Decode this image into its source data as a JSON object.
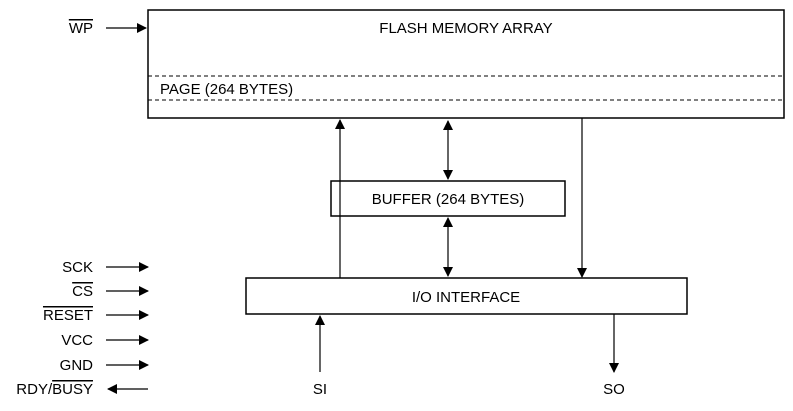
{
  "blocks": {
    "array": "FLASH MEMORY ARRAY",
    "page": "PAGE (264 BYTES)",
    "buffer": "BUFFER (264 BYTES)",
    "io": "I/O INTERFACE"
  },
  "pins": {
    "wp": "WP",
    "sck": "SCK",
    "cs": "CS",
    "reset": "RESET",
    "vcc": "VCC",
    "gnd": "GND",
    "rdy": "RDY/",
    "busy": "BUSY",
    "si": "SI",
    "so": "SO"
  },
  "colors": {
    "line": "#000000",
    "background": "#ffffff"
  }
}
